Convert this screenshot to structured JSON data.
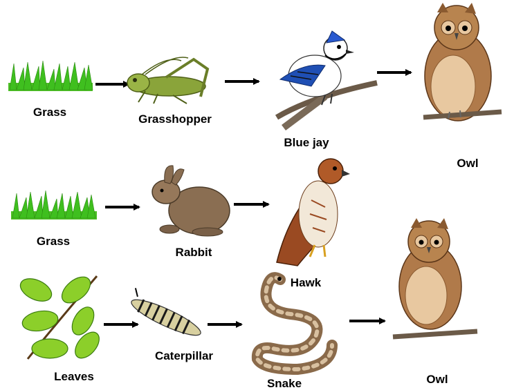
{
  "labels": {
    "grass_1": "Grass",
    "grasshopper": "Grasshopper",
    "blue_jay": "Blue jay",
    "owl_1": "Owl",
    "grass_2": "Grass",
    "rabbit": "Rabbit",
    "hawk": "Hawk",
    "leaves": "Leaves",
    "caterpillar": "Caterpillar",
    "snake": "Snake",
    "owl_2": "Owl"
  },
  "colors": {
    "arrow": "#000000",
    "grass": "#3fbf1f",
    "grasshopper": "#8aa43a",
    "blue_jay": "#1f4fb4",
    "owl": "#b07a4a",
    "rabbit": "#8a6e52",
    "hawk": "#9a4a22",
    "leaf": "#8ccf2a",
    "caterpillar": "#d8d0a0",
    "snake": "#8a6a4a"
  }
}
